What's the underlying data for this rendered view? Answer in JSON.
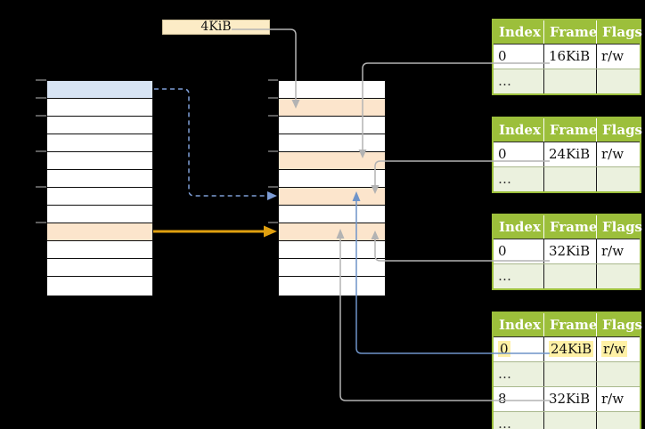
{
  "diagram": {
    "page_size_label": "4KiB",
    "colors": {
      "highlight_blue": "#d8e4f4",
      "highlight_orange": "#fce5cc",
      "box_cream": "#fcecc6",
      "header_green": "#9cbf3b",
      "row_green": "#ebf1de",
      "yellow_highlight": "#fff1a6",
      "arrow_gray": "#b3b3b3",
      "arrow_blue": "#6f94c9",
      "arrow_blue_dashed": "#7d9dd6",
      "arrow_orange": "#e0a010",
      "tick_gray": "#8f8f8f"
    },
    "left_table": {
      "rows": [
        "blue",
        "white",
        "white",
        "white",
        "white",
        "white",
        "white",
        "white",
        "orange",
        "white",
        "white",
        "white"
      ]
    },
    "middle_table": {
      "rows": [
        "white",
        "orange",
        "white",
        "white",
        "orange",
        "white",
        "orange",
        "white",
        "orange",
        "white",
        "white",
        "white"
      ]
    },
    "page_tables": [
      {
        "headers": [
          "Index",
          "Frame",
          "Flags"
        ],
        "rows": [
          {
            "cells": [
              "0",
              "16KiB",
              "r/w"
            ],
            "shaded": false,
            "highlighted": false
          },
          {
            "cells": [
              "…",
              "",
              ""
            ],
            "shaded": true,
            "highlighted": false
          }
        ]
      },
      {
        "headers": [
          "Index",
          "Frame",
          "Flags"
        ],
        "rows": [
          {
            "cells": [
              "0",
              "24KiB",
              "r/w"
            ],
            "shaded": false,
            "highlighted": false
          },
          {
            "cells": [
              "…",
              "",
              ""
            ],
            "shaded": true,
            "highlighted": false
          }
        ]
      },
      {
        "headers": [
          "Index",
          "Frame",
          "Flags"
        ],
        "rows": [
          {
            "cells": [
              "0",
              "32KiB",
              "r/w"
            ],
            "shaded": false,
            "highlighted": false
          },
          {
            "cells": [
              "…",
              "",
              ""
            ],
            "shaded": true,
            "highlighted": false
          }
        ]
      },
      {
        "headers": [
          "Index",
          "Frame",
          "Flags"
        ],
        "rows": [
          {
            "cells": [
              "0",
              "24KiB",
              "r/w"
            ],
            "shaded": false,
            "highlighted": true
          },
          {
            "cells": [
              "…",
              "",
              ""
            ],
            "shaded": true,
            "highlighted": false
          },
          {
            "cells": [
              "8",
              "32KiB",
              "r/w"
            ],
            "shaded": false,
            "highlighted": false
          },
          {
            "cells": [
              "…",
              "",
              ""
            ],
            "shaded": true,
            "highlighted": false
          }
        ]
      }
    ]
  }
}
